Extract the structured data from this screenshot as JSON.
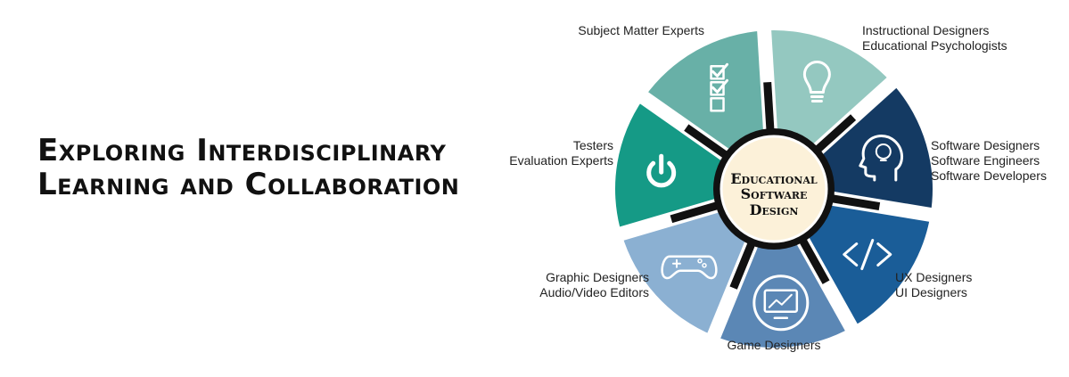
{
  "title": {
    "line1": "Exploring Interdisciplinary",
    "line2": "Learning and Collaboration"
  },
  "center": {
    "line1": "Educational",
    "line2": "Software",
    "line3": "Design",
    "fill": "#fcf1d9"
  },
  "segments": [
    {
      "icon": "lightbulb-icon",
      "color": "#94c8c0",
      "labels": [
        "Subject Matter Experts"
      ]
    },
    {
      "icon": "head-lightbulb-icon",
      "color": "#143a63",
      "labels": [
        "Instructional Designers",
        "Educational Psychologists"
      ]
    },
    {
      "icon": "code-icon",
      "color": "#1a5d98",
      "labels": [
        "Software Designers",
        "Software Engineers",
        "Software Developers"
      ]
    },
    {
      "icon": "monitor-chart-icon",
      "color": "#5b87b5",
      "labels": [
        "UX Designers",
        "UI Designers"
      ]
    },
    {
      "icon": "gamepad-icon",
      "color": "#8bb0d2",
      "labels": [
        "Game Designers"
      ]
    },
    {
      "icon": "power-icon",
      "color": "#159a86",
      "labels": [
        "Graphic Designers",
        "Audio/Video Editors"
      ]
    },
    {
      "icon": "checklist-icon",
      "color": "#68b0a7",
      "labels": [
        "Testers",
        "Evaluation Experts"
      ]
    }
  ]
}
